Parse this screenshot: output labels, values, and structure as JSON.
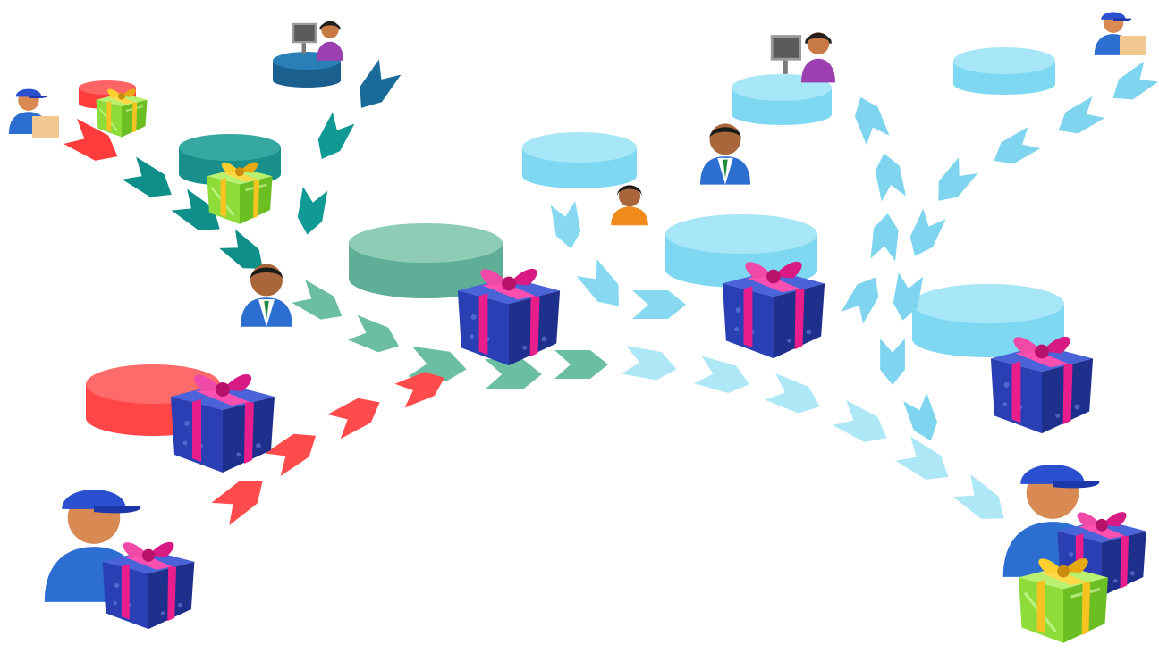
{
  "diagram": {
    "kind": "gift-delivery-flow",
    "colors": {
      "red": "#ff4d4d",
      "red_dark": "#d93636",
      "teal_dark": "#118f8a",
      "teal_mid": "#2aa49a",
      "teal_light": "#6cc0a2",
      "blue_dark": "#1b6b9a",
      "sky": "#7dd6f0",
      "sky_light": "#a9e6f6",
      "gift_blue": "#2a3fb4",
      "gift_pink": "#e91e8c",
      "gift_green": "#8edc3a",
      "gift_gold": "#f6c321",
      "person_skin": "#c77a45",
      "person_blue": "#2c6fd1"
    },
    "nodes": [
      {
        "name": "courier-top-left",
        "icon": "courier-with-package-icon"
      },
      {
        "name": "courier-top-right",
        "icon": "courier-with-package-icon"
      },
      {
        "name": "courier-bottom-left",
        "icon": "courier-with-gift-icon"
      },
      {
        "name": "courier-bottom-right",
        "icon": "courier-with-gifts-icon"
      },
      {
        "name": "operator-top",
        "icon": "call-center-operator-icon"
      },
      {
        "name": "operator-right",
        "icon": "call-center-operator-icon"
      },
      {
        "name": "businessman-left",
        "icon": "businessman-icon"
      },
      {
        "name": "businessman-right",
        "icon": "businessman-icon"
      },
      {
        "name": "woman-small",
        "icon": "woman-icon"
      },
      {
        "name": "gift-center",
        "icon": "gift-box-icon"
      },
      {
        "name": "gift-right",
        "icon": "gift-box-icon"
      },
      {
        "name": "gift-far-right",
        "icon": "gift-box-icon"
      },
      {
        "name": "gift-left",
        "icon": "gift-box-icon"
      }
    ]
  }
}
